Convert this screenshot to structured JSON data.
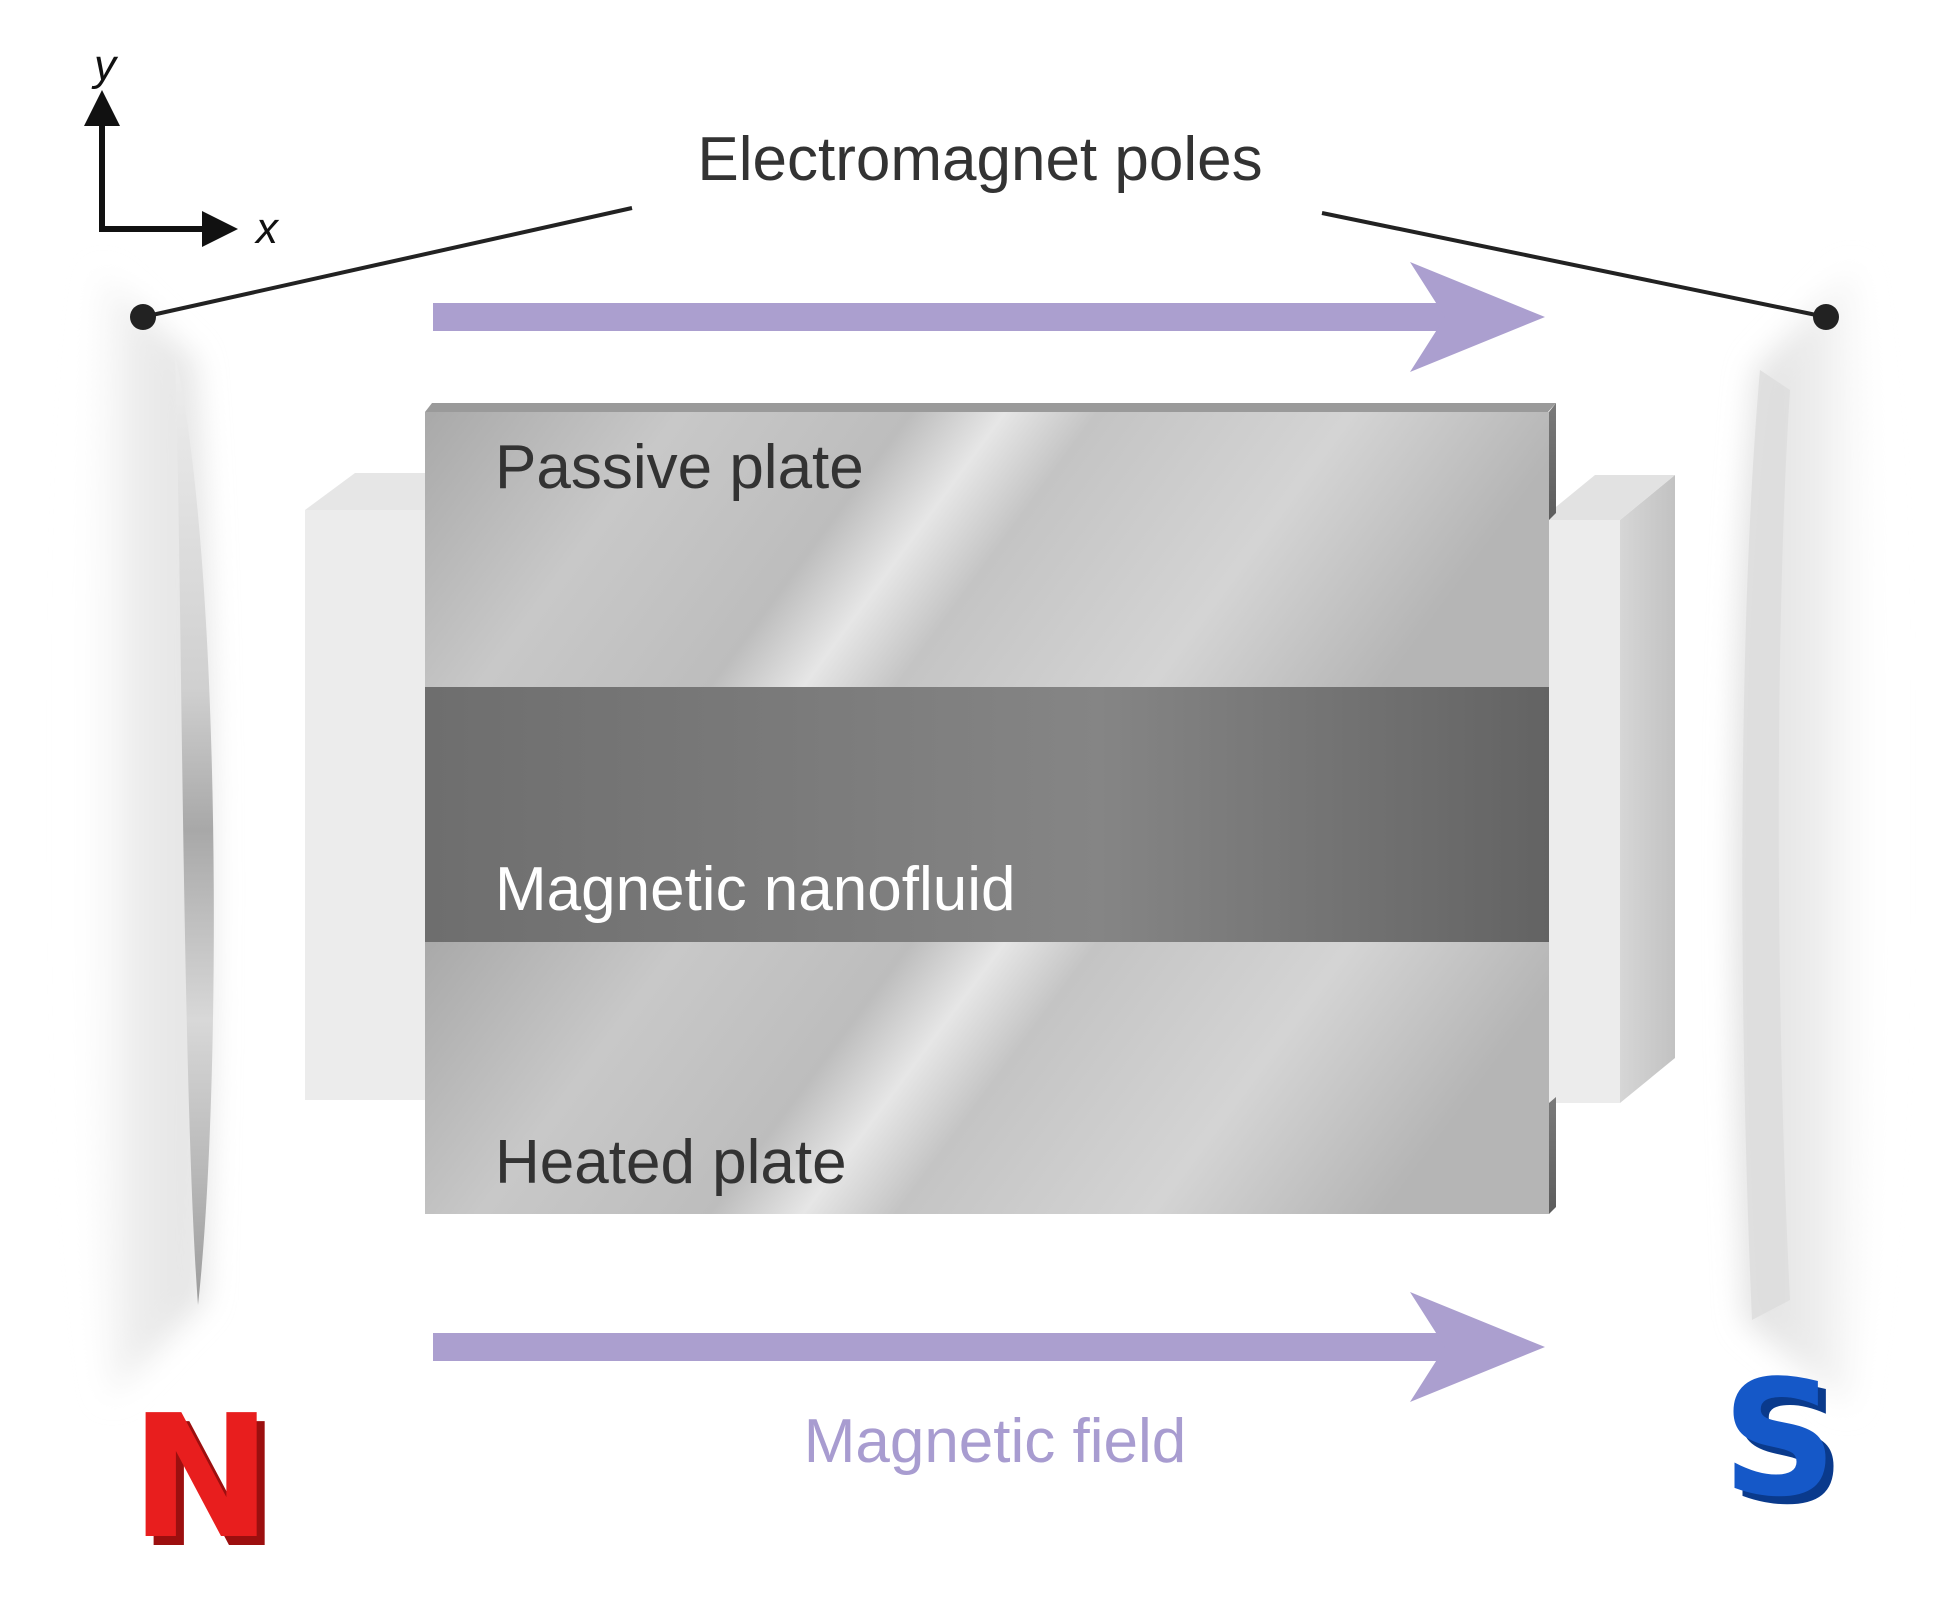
{
  "axes": {
    "y_label": "y",
    "x_label": "x"
  },
  "labels": {
    "poles": "Electromagnet poles",
    "passive_plate": "Passive plate",
    "nanofluid": "Magnetic nanofluid",
    "heated_plate": "Heated plate",
    "field": "Magnetic field"
  },
  "poles": {
    "north": "N",
    "south": "S"
  },
  "colors": {
    "field_arrow": "#ab9fcf",
    "field_label": "#a89cd0",
    "north": "#e81e1e",
    "south": "#1558c8",
    "nanofluid": "#7a7a7a",
    "plate": "#c4c4c4",
    "text_dark": "#333333",
    "text_light": "#ffffff"
  }
}
